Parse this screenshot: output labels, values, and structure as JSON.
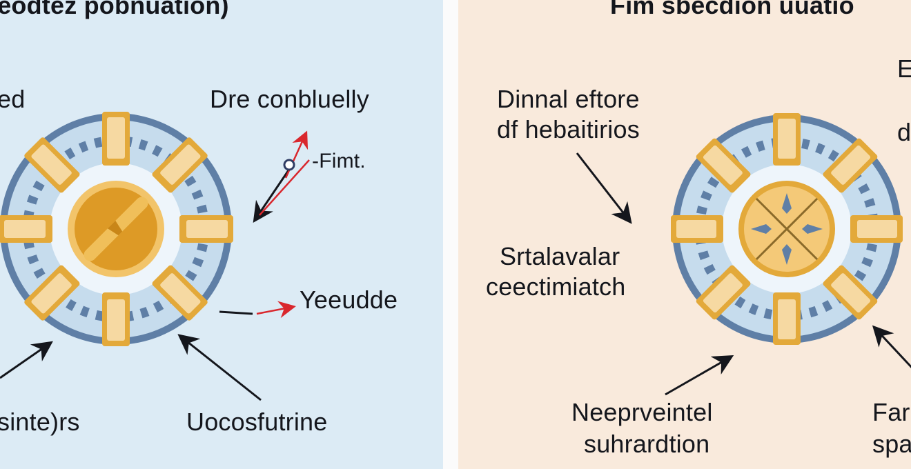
{
  "left_panel": {
    "title": "ieodtez pobnuation)",
    "labels": {
      "top_left": "ed",
      "top_right": "Dre conbluelly",
      "arrow_tag": "-Fimt.",
      "mid_right": "Yeeudde",
      "bottom_left": "sinte)rs",
      "bottom_center": "Uocosfutrine"
    }
  },
  "right_panel": {
    "title": "Fim sbecdion uuatio",
    "labels": {
      "top_line1": "Dinnal eftore",
      "top_line2": "df hebaitirios",
      "mid_line1": "Srtalavalar",
      "mid_line2": "ceectimiatch",
      "bottom_line1": "Neeprveintel",
      "bottom_line2": "suhrardtion",
      "edge_top": "E",
      "edge_mid": "d",
      "edge_bottom1": "Far",
      "edge_bottom2": "spa"
    }
  },
  "colors": {
    "left_bg": "#dcebf5",
    "right_bg": "#f9eadc",
    "ring_outer": "#5f7fa6",
    "ring_inner": "#c6dced",
    "pod_gold": "#e3a93a",
    "pod_light": "#f6d9a2",
    "core_orange": "#dd9a26",
    "arrow_red": "#d9272d",
    "ink": "#14161c"
  }
}
